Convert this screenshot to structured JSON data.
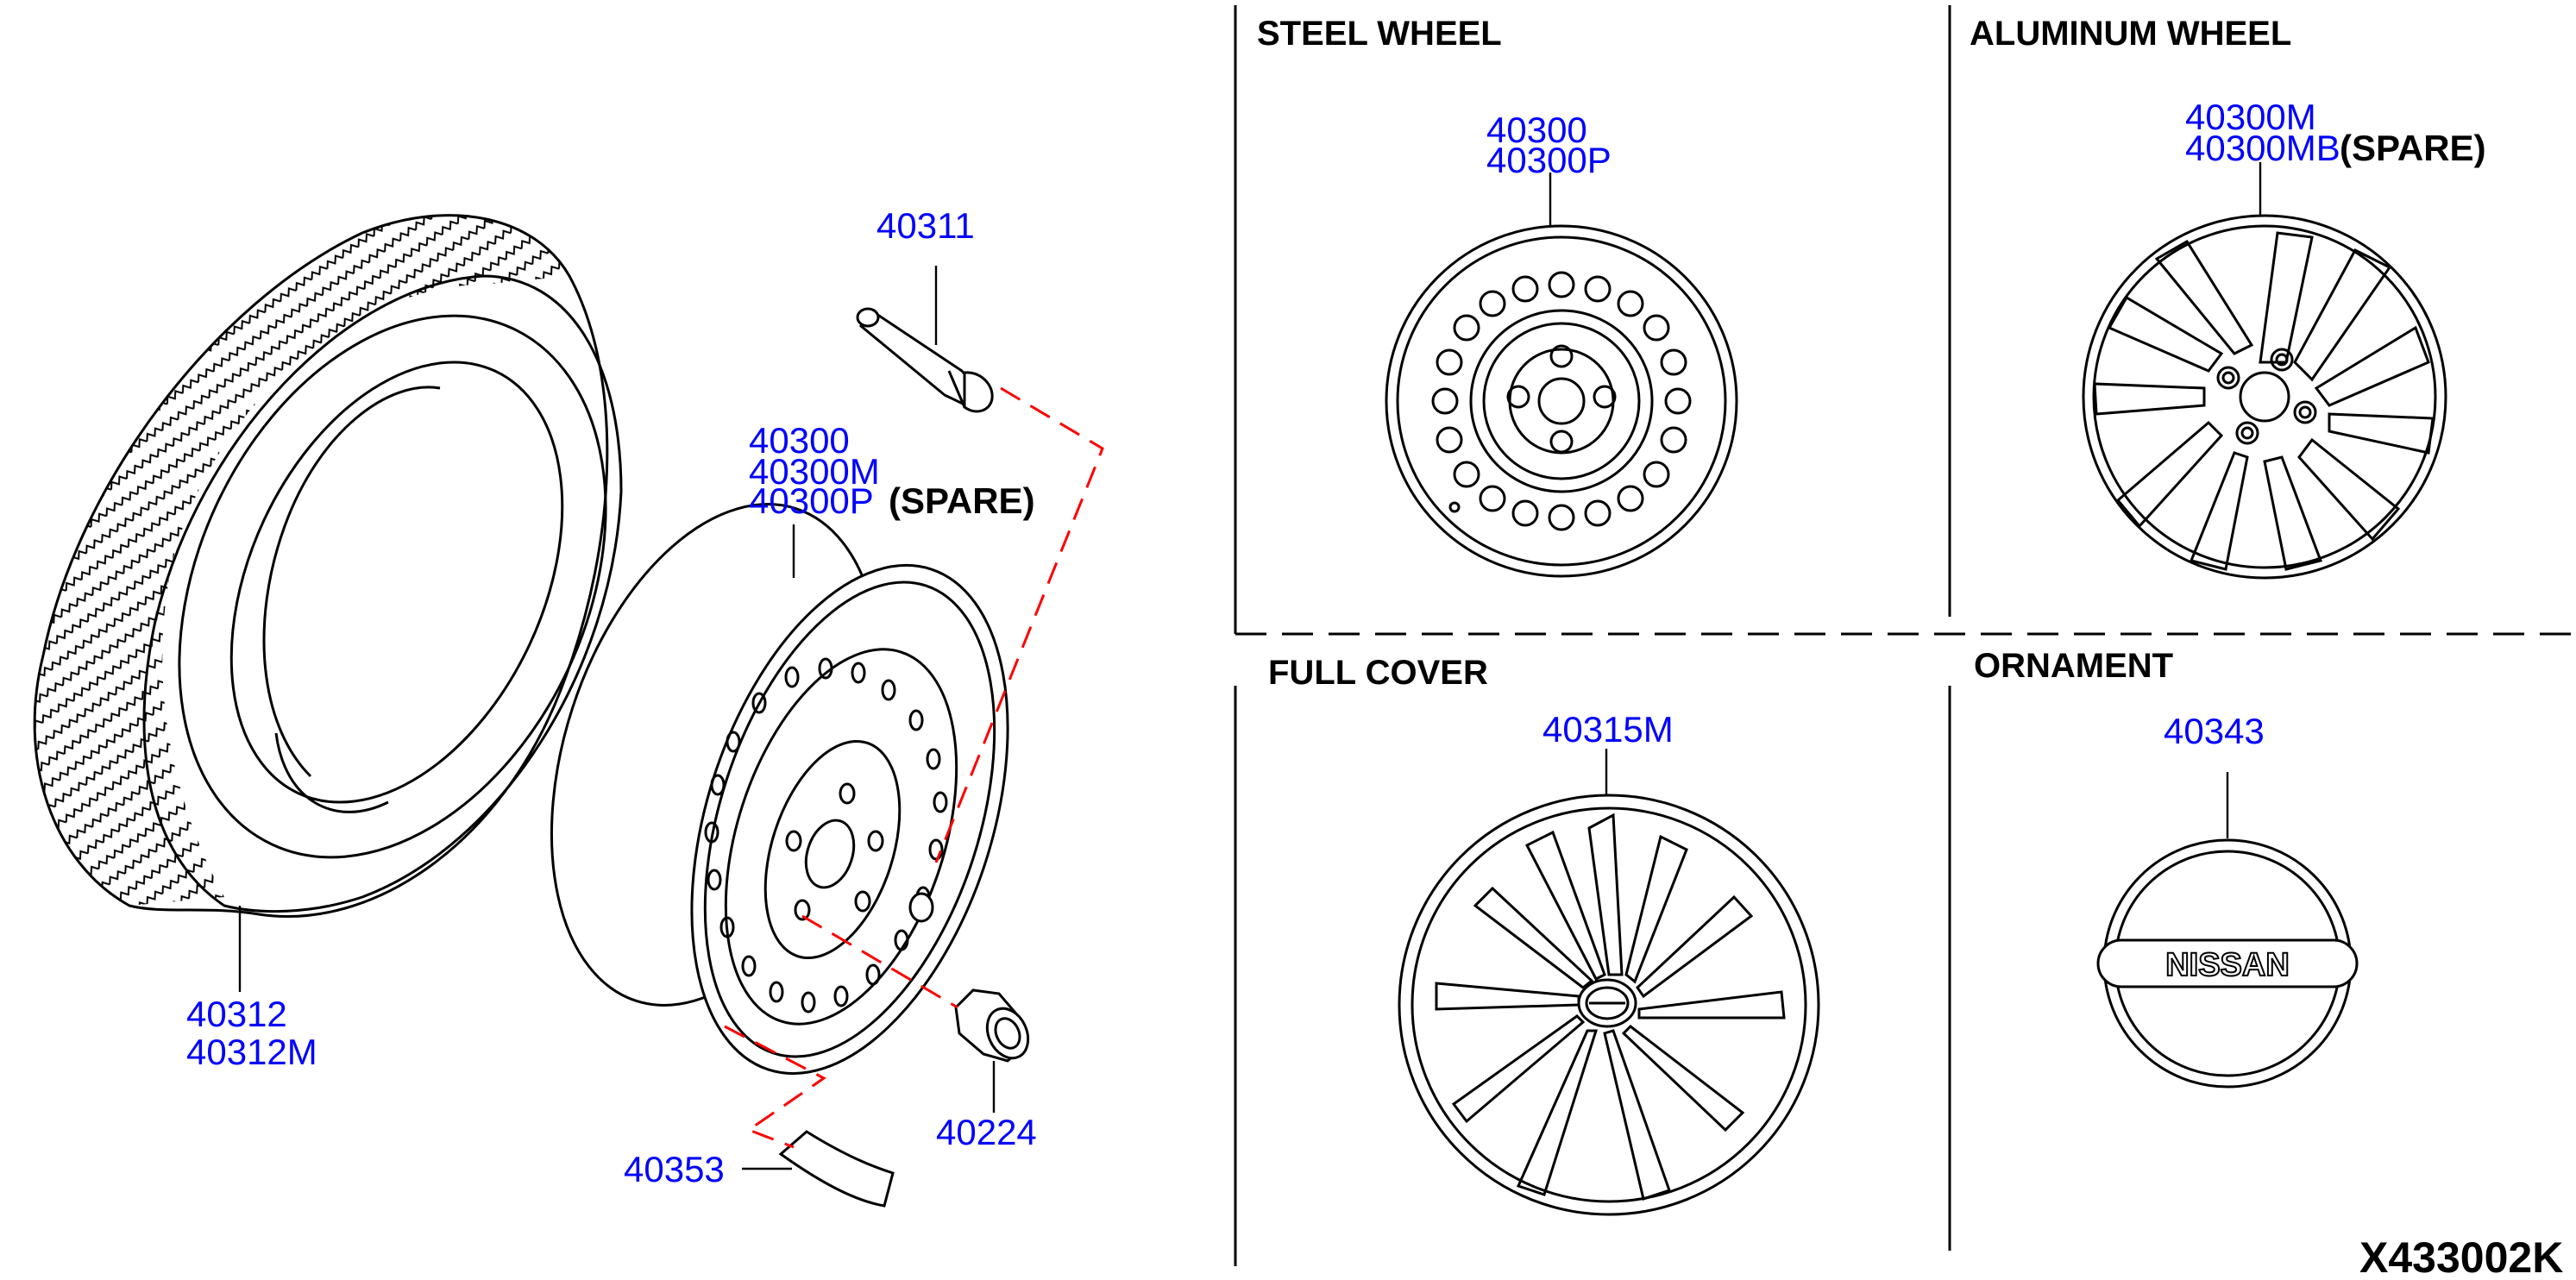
{
  "sections": {
    "steel_wheel": "STEEL WHEEL",
    "aluminum_wheel": "ALUMINUM WHEEL",
    "full_cover": "FULL COVER",
    "ornament": "ORNAMENT"
  },
  "labels": {
    "valve": "40311",
    "wheel_1": "40300",
    "wheel_2": "40300M",
    "wheel_3": "40300P",
    "spare": "(SPARE)",
    "tire_1": "40312",
    "tire_2": "40312M",
    "weight": "40353",
    "nut": "40224",
    "steel_1": "40300",
    "steel_2": "40300P",
    "alu_1": "40300M",
    "alu_2": "40300MB",
    "alu_spare": "(SPARE)",
    "full_cover": "40315M",
    "ornament": "40343",
    "logo": "NISSAN"
  },
  "diagram_code": "X433002K",
  "colors": {
    "part_number": "#0000ff",
    "leader_dashed": "#ff0000",
    "line": "#000000"
  }
}
